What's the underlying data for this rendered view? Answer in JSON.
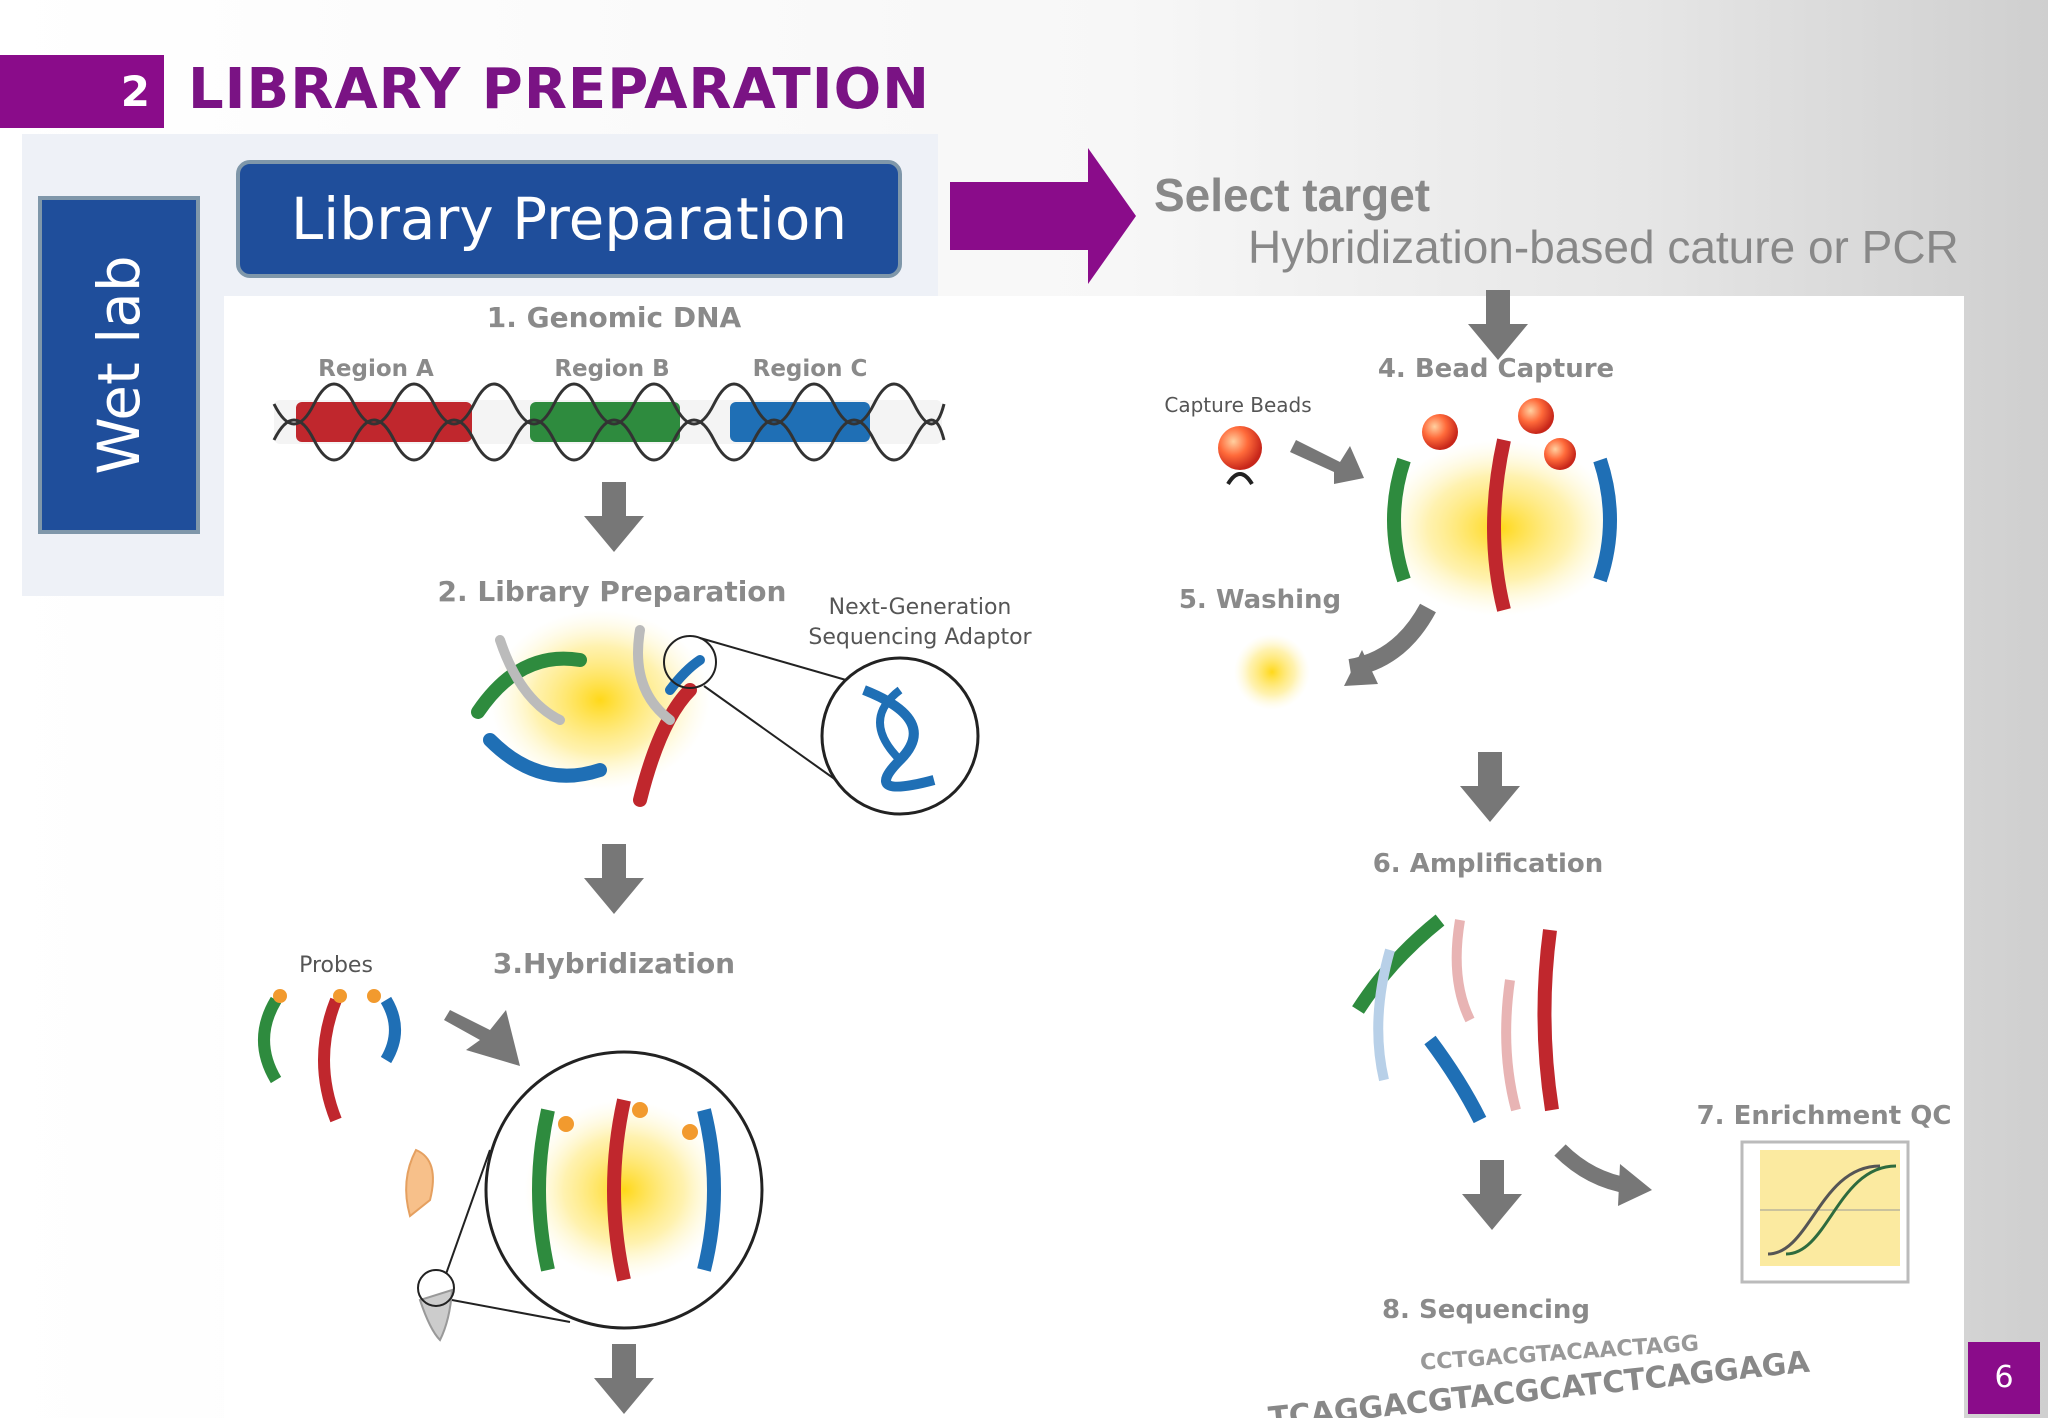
{
  "header": {
    "section_number": "2",
    "title": "LIBRARY PREPARATION"
  },
  "left_labels": {
    "wet_lab": "Wet lab",
    "library_preparation": "Library Preparation"
  },
  "callout": {
    "title": "Select target",
    "subtitle": "Hybridization-based cature or PCR"
  },
  "diagram": {
    "steps": {
      "step1": "1. Genomic DNA",
      "step2": "2. Library Preparation",
      "step3": "3.Hybridization",
      "step4": "4. Bead Capture",
      "step5": "5. Washing",
      "step6": "6. Amplification",
      "step7": "7. Enrichment QC",
      "step8": "8. Sequencing"
    },
    "regions": [
      "Region A",
      "Region B",
      "Region C"
    ],
    "annotations": {
      "adaptor_line1": "Next-Generation",
      "adaptor_line2": "Sequencing Adaptor",
      "probes": "Probes",
      "capture_beads": "Capture Beads"
    },
    "sequence_line1": "CCTGACGTACAACTAGG",
    "sequence_line2": "TCAGGACGTACGCATCTCAGGAGA"
  },
  "footer": {
    "page_number": "6"
  },
  "colors": {
    "accent_purple": "#8a0c8a",
    "title_purple": "#7a1384",
    "box_blue": "#1f4e9b",
    "dna_red": "#c0272d",
    "dna_green": "#2e8b3e",
    "dna_blue": "#1f6fb5",
    "arrow_gray": "#777777"
  }
}
